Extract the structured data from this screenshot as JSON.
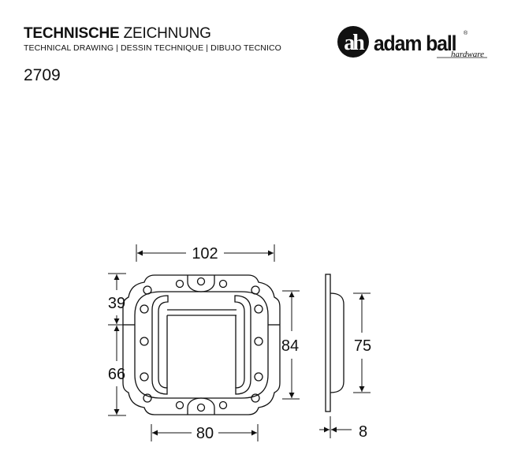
{
  "header": {
    "title_bold": "TECHNISCHE",
    "title_rest": "ZEICHNUNG",
    "subtitle": "TECHNICAL DRAWING | DESSIN TECHNIQUE | DIBUJO TECNICO",
    "model_number": "2709"
  },
  "logo": {
    "mark": "ah",
    "brand": "adam ball",
    "registered": "®",
    "tagline": "hardware"
  },
  "dimensions": {
    "overall_width": "102",
    "upper_height": "39",
    "lower_height": "66",
    "handle_height": "84",
    "inner_width": "80",
    "side_height": "75",
    "depth": "8"
  },
  "colors": {
    "line": "#111111",
    "background": "#ffffff"
  }
}
